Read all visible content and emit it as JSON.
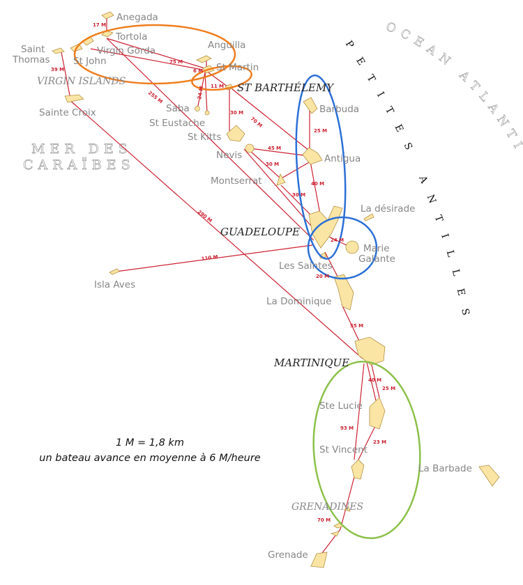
{
  "seas": {
    "caribbean_line1": "MER DES",
    "caribbean_line2": "CARAÏBES",
    "atlantic": "OCEAN ATLANTIQUE",
    "petites_antilles": "PETITES ANTILLES"
  },
  "groups": {
    "virgin_islands": "VIRGIN ISLANDS",
    "st_barthelemy": "ST BARTHÉLEMY",
    "guadeloupe": "GUADELOUPE",
    "martinique": "MARTINIQUE",
    "grenadines": "GRENADINES"
  },
  "places": {
    "anegada": "Anegada",
    "tortola": "Tortola",
    "virgin_gorda": "Virgin Gorda",
    "saint_thomas_1": "Saint",
    "saint_thomas_2": "Thomas",
    "st_john": "St John",
    "sainte_croix": "Sainte Croix",
    "anguilla": "Anguilla",
    "st_martin": "St Martin",
    "saba": "Saba",
    "st_eustache": "St Eustache",
    "st_kitts": "St Kitts",
    "nevis": "Nevis",
    "montserrat": "Montserrat",
    "barbuda": "Barbuda",
    "antigua": "Antigua",
    "la_desirade": "La désirade",
    "marie_galante_1": "Marie",
    "marie_galante_2": "Galante",
    "les_saintes": "Les Saintes",
    "isla_aves": "Isla Aves",
    "la_dominique": "La Dominique",
    "ste_lucie": "Ste Lucie",
    "st_vincent": "St Vincent",
    "la_barbade": "La Barbade",
    "grenade": "Grenade"
  },
  "distances": {
    "anegada_tortola": "17 M",
    "thomas_croix": "39 M",
    "virgin_stmartin": "75 M",
    "stmartin_anguilla": "6 M",
    "stmartin_stbarth": "11 M",
    "stmartin_saba": "24 M",
    "croix_stmartin": "255 M",
    "stbarth_kitts": "30 M",
    "stbarth_antigua": "70 M",
    "barbuda_antigua": "25 M",
    "nevis_antigua": "45 M",
    "nevis_montserrat": "30 M",
    "antigua_montserrat": "40 M",
    "montserrat_guadeloupe": "30 M",
    "croix_martinique": "290 M",
    "guadeloupe_mariegalante": "24 M",
    "aves_guadeloupe": "110 M",
    "saintes_dominique": "20 M",
    "dominique_martinique": "55 M",
    "martinique_stelucie": "40 M",
    "martinique_stelucie_2": "25 M",
    "martinique_stvincent": "93 M",
    "stelucie_stvincent": "23 M",
    "grenadines_grenade": "70 M"
  },
  "legend": {
    "scale": "1 M = 1,8 km",
    "speed": "un bateau avance en moyenne à 6 M/heure"
  },
  "colors": {
    "island_fill": "#fbe5a4",
    "route": "#cc2030",
    "ring_virgin_islands": "#f07d1e",
    "ring_guadeloupe": "#2b6fd6",
    "ring_martinique": "#8cc04a"
  }
}
